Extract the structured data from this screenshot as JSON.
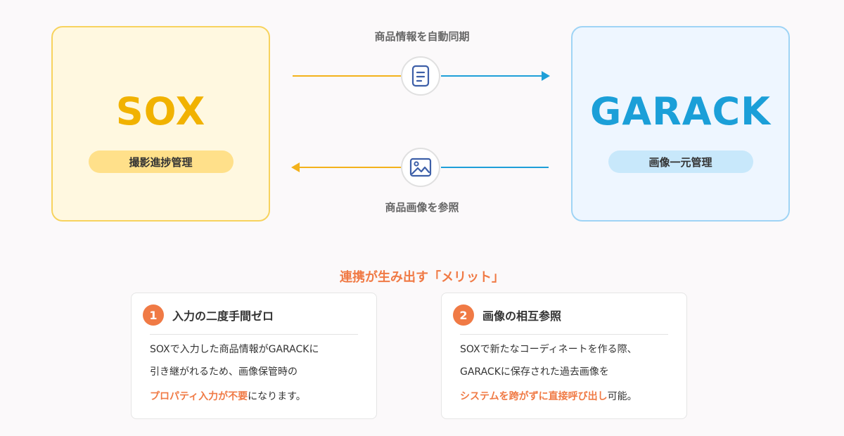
{
  "left_system": {
    "name": "SOX",
    "role": "撮影進捗管理"
  },
  "right_system": {
    "name": "GARACK",
    "role": "画像一元管理"
  },
  "flows": {
    "top": {
      "label": "商品情報を自動同期",
      "icon": "document-icon",
      "direction": "left-to-right"
    },
    "bottom": {
      "label": "商品画像を参照",
      "icon": "image-icon",
      "direction": "right-to-left"
    }
  },
  "merits": {
    "title": "連携が生み出す「メリット」",
    "cards": [
      {
        "number": "1",
        "title": "入力の二度手間ゼロ",
        "line1": "SOXで入力した商品情報がGARACKに",
        "line2": "引き継がれるため、画像保管時の",
        "line3_highlight": "プロパティ入力が不要",
        "line3_rest": "になります。"
      },
      {
        "number": "2",
        "title": "画像の相互参照",
        "line1": "SOXで新たなコーディネートを作る際、",
        "line2": "GARACKに保存された過去画像を",
        "line3_highlight": "システムを跨がずに直接呼び出し",
        "line3_rest": "可能。"
      }
    ]
  },
  "colors": {
    "sox_accent": "#f1b200",
    "garack_accent": "#1b9fd8",
    "highlight": "#f07a45",
    "flow_orange": "#f3b21b",
    "flow_blue": "#1e9fd8"
  }
}
